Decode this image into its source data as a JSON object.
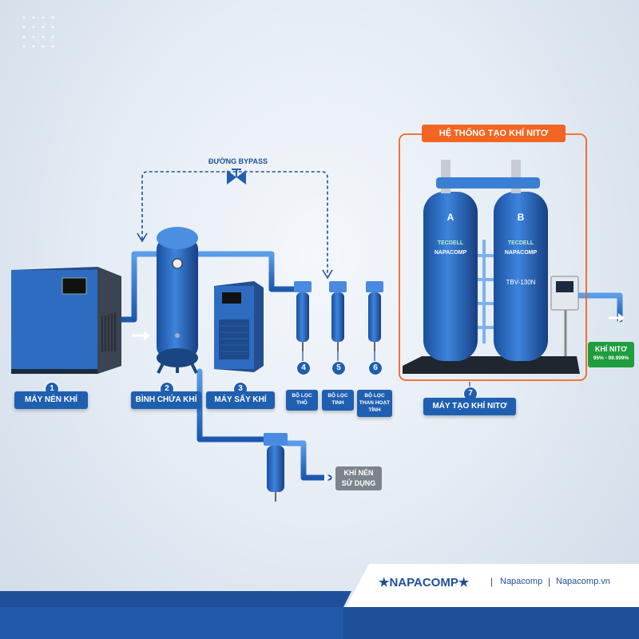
{
  "title": "HỆ THỐNG TẠO KHÍ NITƠ",
  "bypass_label": "ĐƯỜNG BYPASS",
  "components": [
    {
      "number": "1",
      "name": "MÁY NÉN KHÍ"
    },
    {
      "number": "2",
      "name": "BÌNH CHỨA KHÍ"
    },
    {
      "number": "3",
      "name": "MÁY SẤY KHÍ"
    },
    {
      "number": "4",
      "name": "BỘ LỌC THÔ"
    },
    {
      "number": "5",
      "name": "BỘ LỌC TINH"
    },
    {
      "number": "6",
      "name": "BỘ LỌC THAN HOẠT TÍNH"
    },
    {
      "number": "7",
      "name": "MÁY TẠO KHÍ NITƠ"
    }
  ],
  "usage_output": {
    "line1": "KHÍ NÉN",
    "line2": "SỬ DỤNG"
  },
  "nitrogen_output": {
    "name": "KHÍ NITƠ",
    "purity": "95% - 99.999%"
  },
  "generator": {
    "tower_a": "A",
    "tower_b": "B",
    "brand": "TECDELL",
    "maker": "NAPACOMP",
    "model": "TBV-130N"
  },
  "footer": {
    "logo": "★NAPACOMP★",
    "name": "Napacomp",
    "separator": "|",
    "website": "Napacomp.vn"
  },
  "colors": {
    "accent": "#1f5fb0",
    "highlight": "#f26522",
    "nitrogen": "#1e9e3e"
  }
}
